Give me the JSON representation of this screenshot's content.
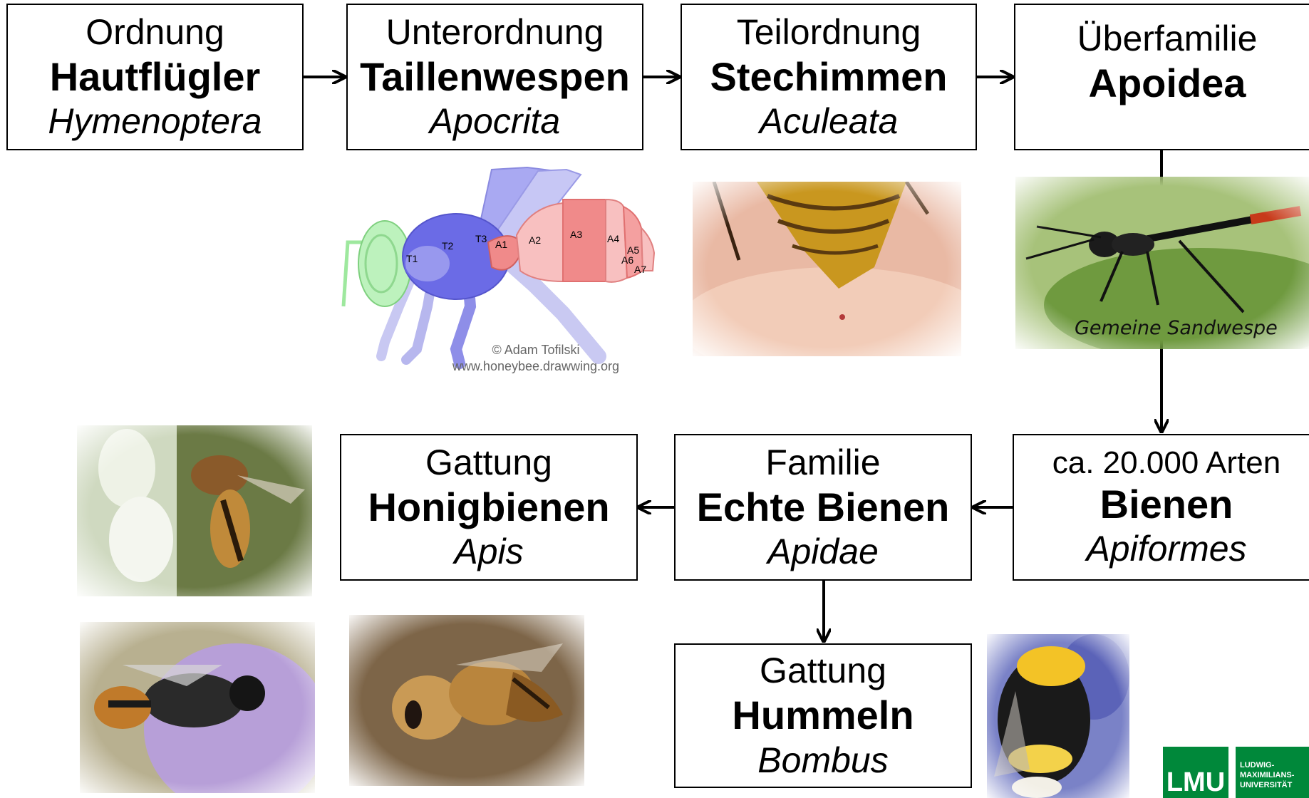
{
  "boxes": {
    "ordnung": {
      "rank": "Ordnung",
      "name": "Hautflügler",
      "latin": "Hymenoptera"
    },
    "unterordnung": {
      "rank": "Unterordnung",
      "name": "Taillenwespen",
      "latin": "Apocrita"
    },
    "teilordnung": {
      "rank": "Teilordnung",
      "name": "Stechimmen",
      "latin": "Aculeata"
    },
    "ueberfamilie": {
      "rank": "Überfamilie",
      "name": "Apoidea",
      "latin": ""
    },
    "bienen": {
      "rank": "ca. 20.000 Arten",
      "name": "Bienen",
      "latin": "Apiformes"
    },
    "familie": {
      "rank": "Familie",
      "name": "Echte Bienen",
      "latin": "Apidae"
    },
    "honigbienen": {
      "rank": "Gattung",
      "name": "Honigbienen",
      "latin": "Apis"
    },
    "hummeln": {
      "rank": "Gattung",
      "name": "Hummeln",
      "latin": "Bombus"
    }
  },
  "diagram_labels": {
    "t1": "T1",
    "t2": "T2",
    "t3": "T3",
    "a1": "A1",
    "a2": "A2",
    "a3": "A3",
    "a4": "A4",
    "a5": "A5",
    "a6": "A6",
    "a7": "A7"
  },
  "credit": {
    "author": "© Adam Tofilski",
    "site": "www.honeybee.drawwing.org"
  },
  "photo_caption": "Gemeine Sandwespe",
  "logo": {
    "short": "LMU",
    "line1": "LUDWIG-",
    "line2": "MAXIMILIANS-",
    "line3": "UNIVERSITÄT"
  },
  "colors": {
    "thorax": "#6b6be6",
    "abdomen": "#f08a8a",
    "head": "#9ee89e",
    "logo_green": "#00883a"
  }
}
